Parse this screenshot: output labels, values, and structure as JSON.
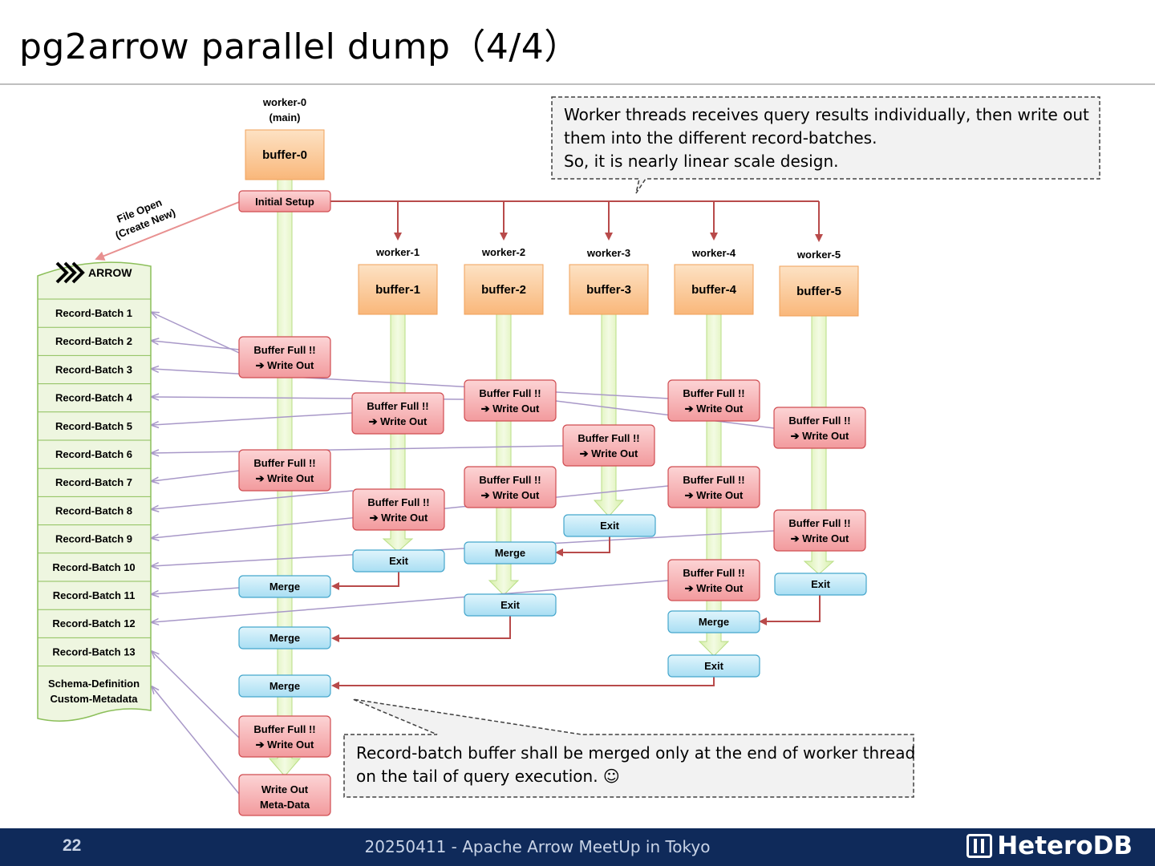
{
  "title": "pg2arrow parallel dump（4/4）",
  "callout_top": {
    "line1": "Worker threads receives query results individually, then write out",
    "line2": "them into the different  record-batches.",
    "line3": "So, it is nearly linear scale design."
  },
  "callout_bottom": {
    "line1": "Record-batch buffer shall be merged only at the end of worker thread",
    "line2": "on the tail of query execution. ☺"
  },
  "file_open": {
    "line1": "File Open",
    "line2": "(Create New)"
  },
  "arrow_file": {
    "header": "ARROW",
    "batches": [
      "Record-Batch 1",
      "Record-Batch 2",
      "Record-Batch 3",
      "Record-Batch 4",
      "Record-Batch 5",
      "Record-Batch 6",
      "Record-Batch 7",
      "Record-Batch 8",
      "Record-Batch 9",
      "Record-Batch 10",
      "Record-Batch 11",
      "Record-Batch 12",
      "Record-Batch 13"
    ],
    "footer_line1": "Schema-Definition",
    "footer_line2": "Custom-Metadata"
  },
  "workers": [
    {
      "label": "worker-0",
      "sublabel": "(main)",
      "buffer": "buffer-0"
    },
    {
      "label": "worker-1",
      "buffer": "buffer-1"
    },
    {
      "label": "worker-2",
      "buffer": "buffer-2"
    },
    {
      "label": "worker-3",
      "buffer": "buffer-3"
    },
    {
      "label": "worker-4",
      "buffer": "buffer-4"
    },
    {
      "label": "worker-5",
      "buffer": "buffer-5"
    }
  ],
  "labels": {
    "initial_setup": "Initial Setup",
    "buffer_full": "Buffer Full !!",
    "write_out": "➔ Write Out",
    "merge": "Merge",
    "exit": "Exit",
    "write_meta1": "Write Out",
    "write_meta2": "Meta-Data"
  },
  "footer": {
    "page": "22",
    "event": "20250411 - Apache Arrow MeetUp in Tokyo",
    "brand": "HeteroDB"
  },
  "colors": {
    "orange_fill": "#fbc590",
    "red_fill": "#f6a9ab",
    "blue_fill": "#b9e6f6",
    "green_fill": "#eaf6d0",
    "arrow_red": "#b84a4a",
    "line_purple": "#a898c8",
    "footer_bg": "#0f2a5a"
  }
}
